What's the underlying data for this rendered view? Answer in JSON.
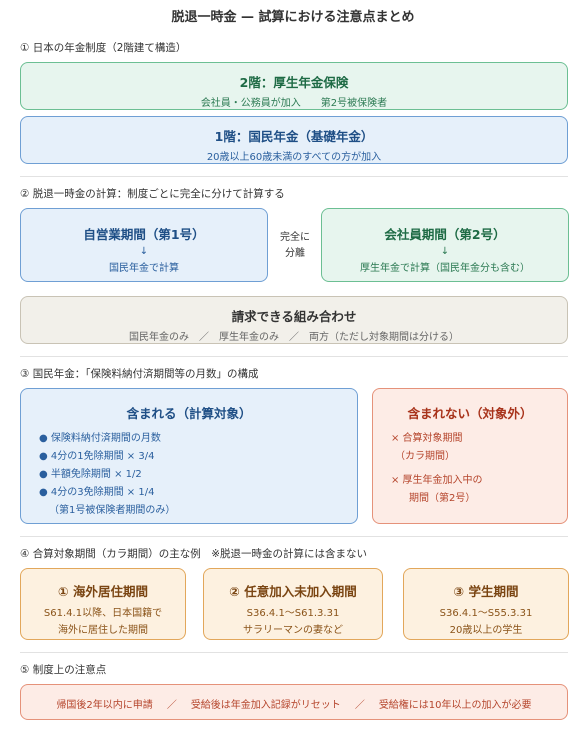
{
  "title": "脱退一時金 — 試算における注意点まとめ",
  "section1": {
    "heading": "① 日本の年金制度（2階建て構造）",
    "tier2": {
      "title": "2階：厚生年金保険",
      "desc": "会社員・公務員が加入　　第2号被保険者"
    },
    "tier1": {
      "title": "1階：国民年金（基礎年金）",
      "desc": "20歳以上60歳未満のすべての方が加入"
    }
  },
  "section2": {
    "heading": "② 脱退一時金の計算：制度ごとに完全に分けて計算する",
    "left": {
      "title": "自営業期間（第1号）",
      "arrow": "↓",
      "desc": "国民年金で計算"
    },
    "middle": [
      "完全に",
      "分離"
    ],
    "right": {
      "title": "会社員期間（第2号）",
      "arrow": "↓",
      "desc": "厚生年金で計算（国民年金分も含む）"
    },
    "combo": {
      "title": "請求できる組み合わせ",
      "desc": "国民年金のみ　／　厚生年金のみ　／　両方（ただし対象期間は分ける）"
    }
  },
  "section3": {
    "heading": "③ 国民年金：「保険料納付済期間等の月数」の構成",
    "included": {
      "title": "含まれる（計算対象）",
      "items": [
        "● 保険料納付済期間の月数",
        "● 4分の1免除期間 × 3/4",
        "● 半額免除期間 × 1/2",
        "● 4分の3免除期間 × 1/4",
        "（第1号被保険者期間のみ）"
      ]
    },
    "excluded": {
      "title": "含まれない（対象外）",
      "items": [
        "× 合算対象期間",
        "（カラ期間）",
        "× 厚生年金加入中の",
        "期間（第2号）"
      ]
    }
  },
  "section4": {
    "heading": "④ 合算対象期間（カラ期間）の主な例　※脱退一時金の計算には含まない",
    "cards": [
      {
        "title": "① 海外居住期間",
        "lines": [
          "S61.4.1以降、日本国籍で",
          "海外に居住した期間"
        ]
      },
      {
        "title": "② 任意加入未加入期間",
        "lines": [
          "S36.4.1〜S61.3.31",
          "サラリーマンの妻など"
        ]
      },
      {
        "title": "③ 学生期間",
        "lines": [
          "S36.4.1〜S55.3.31",
          "20歳以上の学生"
        ]
      }
    ]
  },
  "section5": {
    "heading": "⑤ 制度上の注意点",
    "notes": [
      "帰国後2年以内に申請",
      "／",
      "受給後は年金加入記録がリセット",
      "／",
      "受給権には10年以上の加入が必要"
    ]
  }
}
